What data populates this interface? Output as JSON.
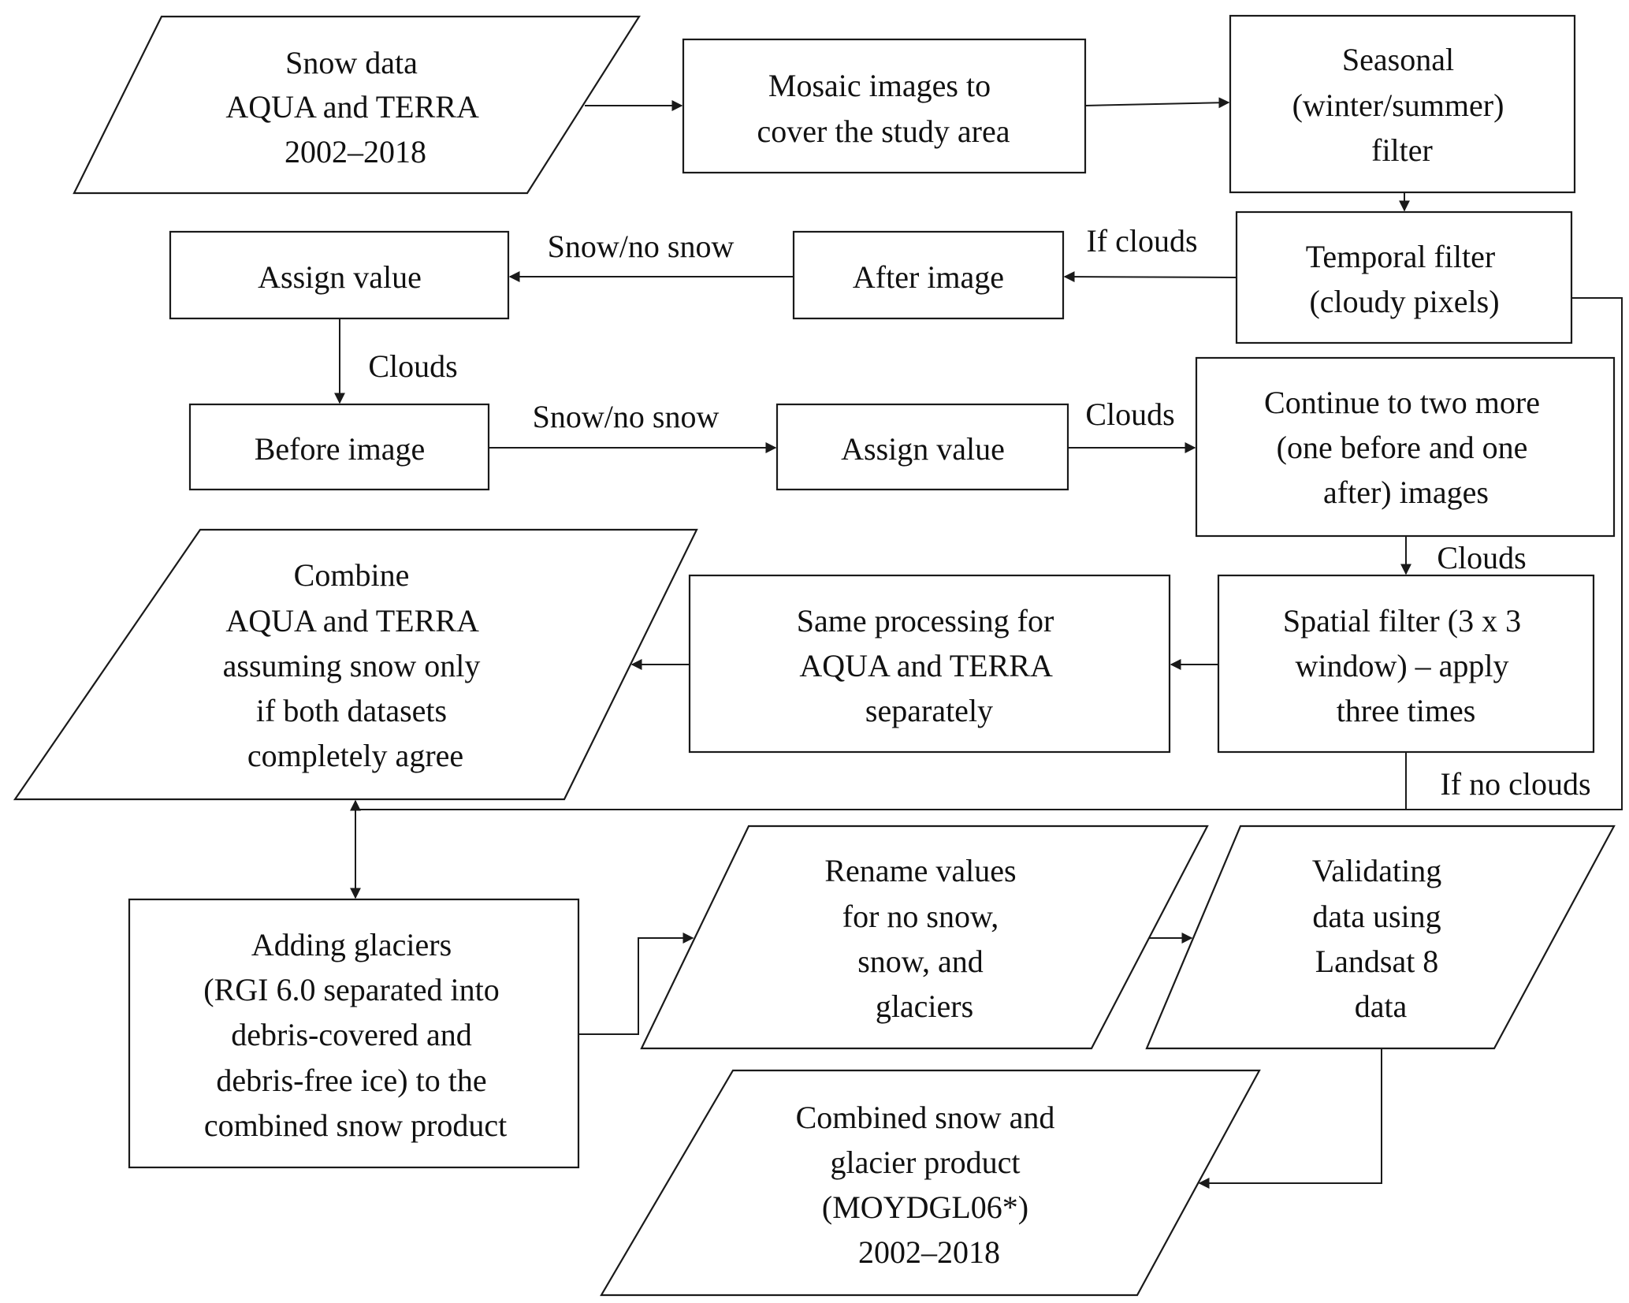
{
  "diagram": {
    "type": "flowchart",
    "nodes": {
      "snow_data": {
        "shape": "parallelogram",
        "lines": [
          "Snow data",
          "AQUA  and  TERRA",
          "2002–2018"
        ]
      },
      "mosaic": {
        "shape": "rectangle",
        "lines": [
          "Mosaic images to",
          "cover the study area"
        ]
      },
      "seasonal_filter": {
        "shape": "rectangle",
        "lines": [
          "Seasonal",
          "(winter/summer)",
          "filter"
        ]
      },
      "temporal_filter": {
        "shape": "rectangle",
        "lines": [
          "Temporal  filter",
          "(cloudy pixels)"
        ]
      },
      "after_image": {
        "shape": "rectangle",
        "lines": [
          "After image"
        ]
      },
      "assign_value_1": {
        "shape": "rectangle",
        "lines": [
          "Assign value"
        ]
      },
      "before_image": {
        "shape": "rectangle",
        "lines": [
          "Before image"
        ]
      },
      "assign_value_2": {
        "shape": "rectangle",
        "lines": [
          "Assign value"
        ]
      },
      "continue_two_more": {
        "shape": "rectangle",
        "lines": [
          "Continue to two more",
          "(one before and one",
          "after) images"
        ]
      },
      "combine": {
        "shape": "parallelogram",
        "lines": [
          "Combine",
          "AQUA  and  TERRA",
          "assuming snow only",
          "if both datasets",
          "completely agree"
        ]
      },
      "same_processing": {
        "shape": "rectangle",
        "lines": [
          "Same processing for",
          "AQUA  and  TERRA",
          "separately"
        ]
      },
      "spatial_filter": {
        "shape": "rectangle",
        "lines": [
          "Spatial filter (3 x 3",
          "window) – apply",
          "three times"
        ]
      },
      "adding_glaciers": {
        "shape": "rectangle",
        "lines": [
          "Adding glaciers",
          "(RGI 6.0 separated into",
          "debris-covered and",
          "debris-free ice) to the",
          "combined snow product"
        ]
      },
      "rename_values": {
        "shape": "parallelogram",
        "lines": [
          "Rename values",
          "for no snow,",
          "snow, and",
          "glaciers"
        ]
      },
      "validating": {
        "shape": "parallelogram",
        "lines": [
          "Validating",
          "data using",
          "Landsat 8",
          "data"
        ]
      },
      "combined_product": {
        "shape": "parallelogram",
        "lines": [
          "Combined snow and",
          "glacier product",
          "(MOYDGL06*)",
          "2002–2018"
        ]
      }
    },
    "edges": [
      {
        "from": "snow_data",
        "to": "mosaic",
        "label": ""
      },
      {
        "from": "mosaic",
        "to": "seasonal_filter",
        "label": ""
      },
      {
        "from": "seasonal_filter",
        "to": "temporal_filter",
        "label": ""
      },
      {
        "from": "temporal_filter",
        "to": "after_image",
        "label": "If clouds"
      },
      {
        "from": "after_image",
        "to": "assign_value_1",
        "label": "Snow/no snow"
      },
      {
        "from": "assign_value_1",
        "to": "before_image",
        "label": "Clouds"
      },
      {
        "from": "before_image",
        "to": "assign_value_2",
        "label": "Snow/no snow"
      },
      {
        "from": "assign_value_2",
        "to": "continue_two_more",
        "label": "Clouds"
      },
      {
        "from": "continue_two_more",
        "to": "spatial_filter",
        "label": "Clouds"
      },
      {
        "from": "spatial_filter",
        "to": "same_processing",
        "label": ""
      },
      {
        "from": "same_processing",
        "to": "combine",
        "label": ""
      },
      {
        "from": "temporal_filter",
        "to": "combine",
        "label": "If no clouds"
      },
      {
        "from": "spatial_filter",
        "to": "combine",
        "label": "If no clouds"
      },
      {
        "from": "combine",
        "to": "adding_glaciers",
        "label": "",
        "bidirectional": true
      },
      {
        "from": "adding_glaciers",
        "to": "rename_values",
        "label": ""
      },
      {
        "from": "rename_values",
        "to": "validating",
        "label": ""
      },
      {
        "from": "validating",
        "to": "combined_product",
        "label": ""
      }
    ],
    "labels": {
      "if_clouds": "If clouds",
      "snow_no_snow_1": "Snow/no snow",
      "clouds_1": "Clouds",
      "snow_no_snow_2": "Snow/no snow",
      "clouds_2": "Clouds",
      "clouds_3": "Clouds",
      "if_no_clouds": "If no clouds"
    }
  }
}
